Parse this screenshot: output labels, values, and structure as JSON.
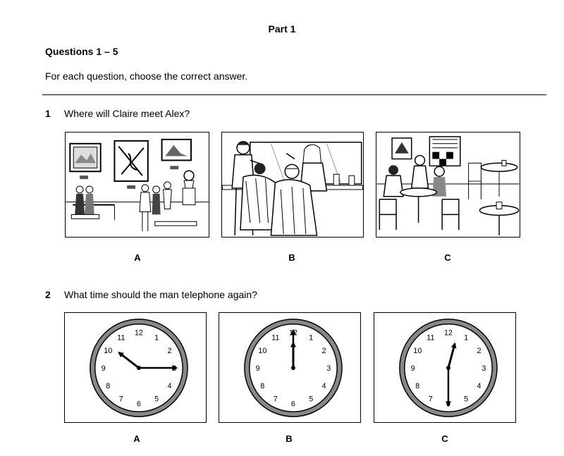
{
  "part_title": "Part 1",
  "questions_heading": "Questions 1 – 5",
  "instructions": "For each question, choose the correct answer.",
  "questions": [
    {
      "number": "1",
      "text": "Where will Claire meet Alex?",
      "options": [
        {
          "label": "A",
          "scene": "art-gallery"
        },
        {
          "label": "B",
          "scene": "hair-salon"
        },
        {
          "label": "C",
          "scene": "cafe"
        }
      ]
    },
    {
      "number": "2",
      "text": "What time should the man telephone again?",
      "options": [
        {
          "label": "A",
          "hour": 10,
          "minute": 15
        },
        {
          "label": "B",
          "hour": 12,
          "minute": 0
        },
        {
          "label": "C",
          "hour": 12,
          "minute": 30
        }
      ]
    }
  ],
  "clock_numerals": [
    "12",
    "1",
    "2",
    "3",
    "4",
    "5",
    "6",
    "7",
    "8",
    "9",
    "10",
    "11"
  ]
}
